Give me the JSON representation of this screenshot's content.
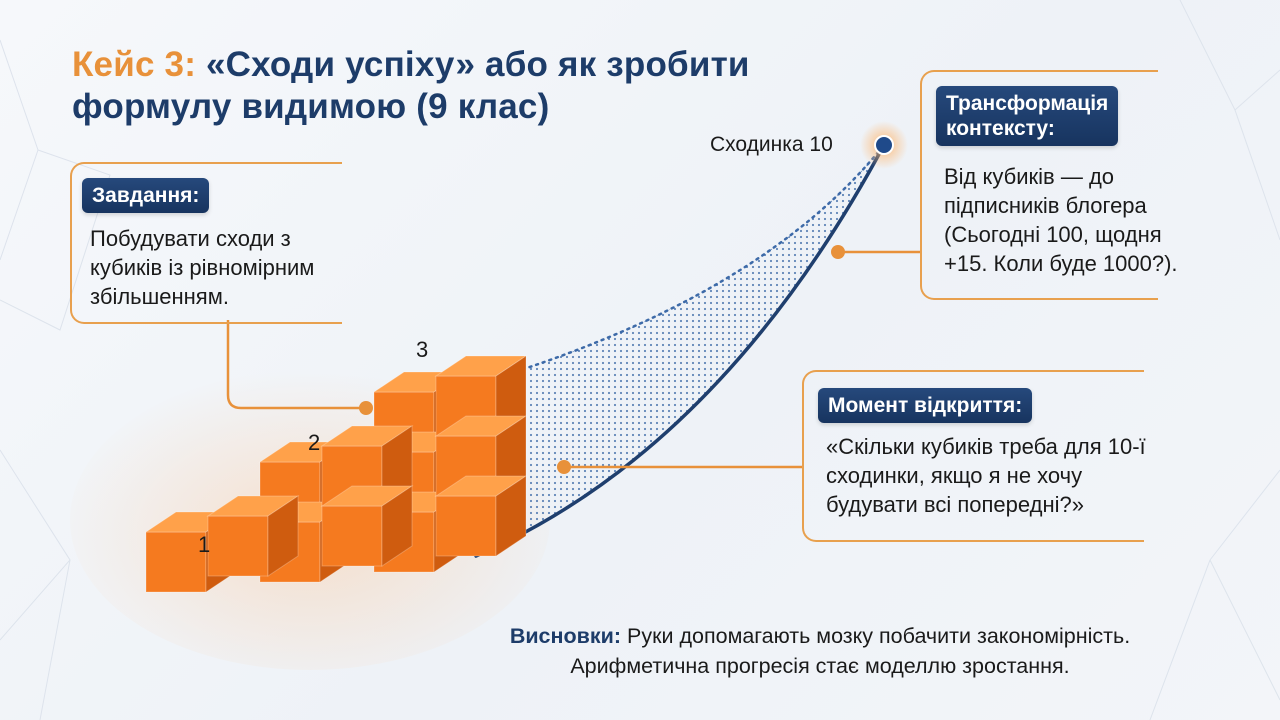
{
  "title": {
    "accent": "Кейс 3:",
    "line1_rest": "«Сходи успіху» або як зробити",
    "line2": "формулу видимою (9 клас)"
  },
  "task_box": {
    "label": "Завдання:",
    "text_lines": [
      "Побудувати сходи з",
      "кубиків із рівномірним",
      "збільшенням."
    ]
  },
  "context_box": {
    "label_lines": [
      "Трансформація",
      "контексту:"
    ],
    "text_lines": [
      "Від кубиків — до",
      "підписників блогера",
      "(Сьогодні 100, щодня",
      "+15. Коли буде 1000?)."
    ]
  },
  "discovery_box": {
    "label": "Момент відкриття:",
    "text_lines": [
      "«Скільки кубиків треба для 10-ї",
      "сходинки, якщо я не хочу",
      "будувати всі попередні?»"
    ]
  },
  "staircase": {
    "step_labels": [
      "1",
      "2",
      "3"
    ],
    "step_cube_counts": [
      1,
      2,
      3
    ],
    "step10_caption": "Сходинка 10"
  },
  "conclusion": {
    "label": "Висновки:",
    "line1_rest": "Руки допомагають мозку побачити закономірність.",
    "line2": "Арифметична прогресія стає моделлю зростання."
  },
  "colors": {
    "navy": "#1d3c69",
    "accent_orange": "#e8913a",
    "cube_front": "#f57a1f",
    "cube_top": "#ffa14a",
    "cube_side": "#cf5c0f"
  }
}
